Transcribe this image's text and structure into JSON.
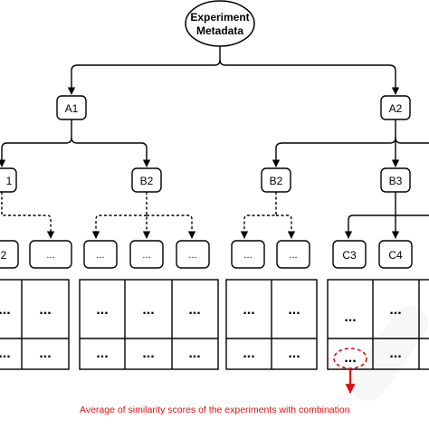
{
  "root": {
    "line1": "Experiment",
    "line2": "Metadata"
  },
  "level1": {
    "left": "A1",
    "right": "A2"
  },
  "level2": {
    "l1": "1",
    "l2": "B2",
    "r1": "B2",
    "r2": "B3"
  },
  "level3": {
    "g1a": "2",
    "g1b": "...",
    "g2a": "...",
    "g2b": "...",
    "g2c": "...",
    "g3a": "...",
    "g3b": "...",
    "g4a": "C3",
    "g4b": "C4"
  },
  "matrix": {
    "cell": "...",
    "highlight": "..."
  },
  "annotation": "Average of similarity scores of the experiments with combination",
  "colors": {
    "stroke": "#000000",
    "accent": "#e01010",
    "watermark": "#f0f0f0"
  }
}
